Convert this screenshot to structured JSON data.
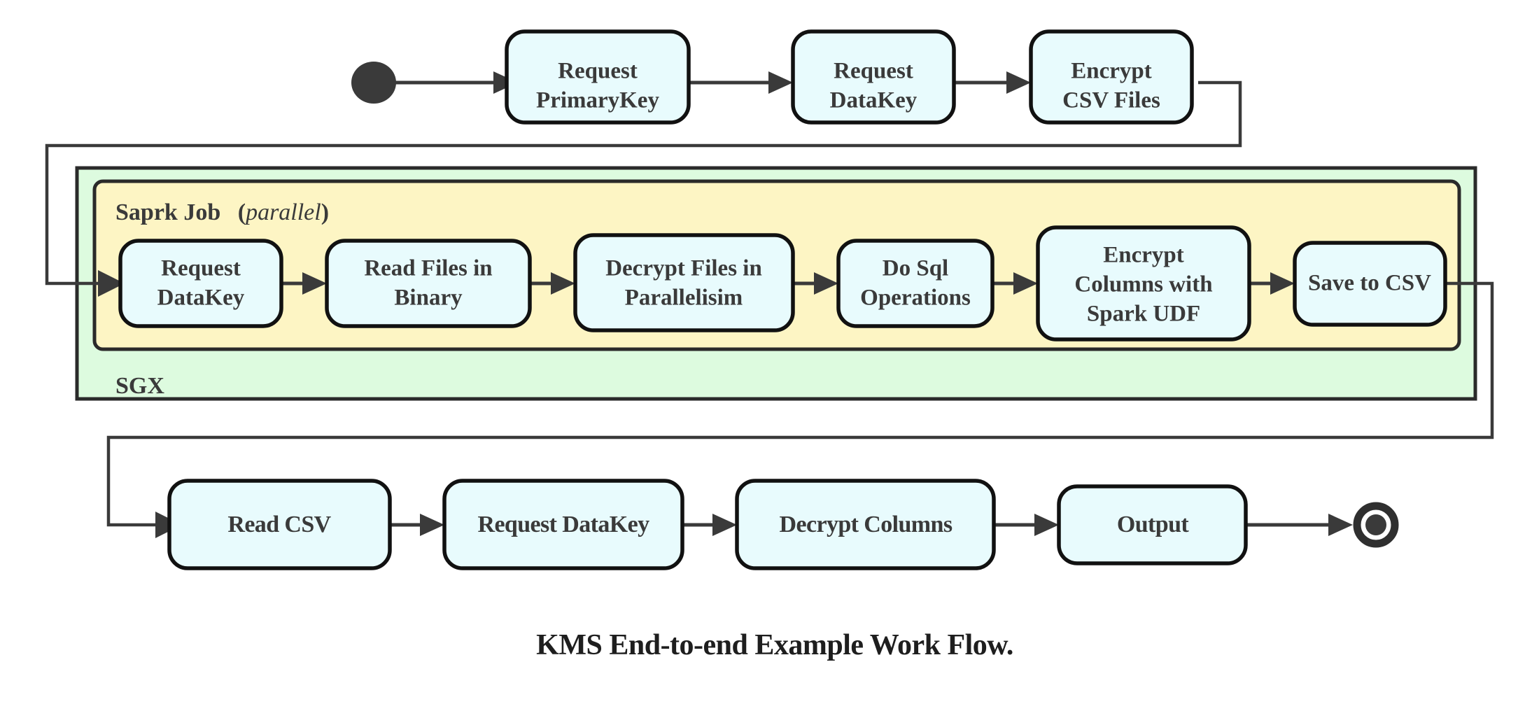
{
  "diagram": {
    "title": "KMS End-to-end Example Work Flow.",
    "colors": {
      "node_fill": "#e8fbfd",
      "node_stroke": "#111111",
      "sgx_fill": "#ddfbdf",
      "spark_fill": "#fdf5c4",
      "connector": "#3a3a3a",
      "text": "#3a3a3a",
      "background": "#ffffff"
    },
    "start_node": {
      "name": "start",
      "shape": "filled-circle"
    },
    "end_node": {
      "name": "end",
      "shape": "ring-with-dot"
    },
    "groups": [
      {
        "id": "sgx",
        "label": "SGX",
        "label_position": "bottom-left",
        "fill": "#ddfbdf"
      },
      {
        "id": "spark-job",
        "label": "Saprk Job",
        "label_suffix_open": "(",
        "label_emphasis": "parallel",
        "label_suffix_close": ")",
        "label_position": "top-left",
        "fill": "#fdf5c4"
      }
    ],
    "rows": {
      "top": {
        "nodes": [
          {
            "id": "request-primarykey",
            "lines": [
              "Request",
              "PrimaryKey"
            ]
          },
          {
            "id": "request-datakey-top",
            "lines": [
              "Request",
              "DataKey"
            ]
          },
          {
            "id": "encrypt-csv-files",
            "lines": [
              "Encrypt",
              "CSV Files"
            ]
          }
        ]
      },
      "middle": {
        "nodes": [
          {
            "id": "request-datakey-spark",
            "lines": [
              "Request",
              "DataKey"
            ]
          },
          {
            "id": "read-files-in-binary",
            "lines": [
              "Read Files in",
              "Binary"
            ]
          },
          {
            "id": "decrypt-files-in-parallelisim",
            "lines": [
              "Decrypt Files in",
              "Parallelisim"
            ]
          },
          {
            "id": "do-sql-operations",
            "lines": [
              "Do Sql",
              "Operations"
            ]
          },
          {
            "id": "encrypt-columns-with-spark-udf",
            "lines": [
              "Encrypt",
              "Columns with",
              "Spark UDF"
            ]
          },
          {
            "id": "save-to-csv",
            "lines": [
              "Save to CSV"
            ]
          }
        ]
      },
      "bottom": {
        "nodes": [
          {
            "id": "read-csv",
            "lines": [
              "Read CSV"
            ]
          },
          {
            "id": "request-datakey-bottom",
            "lines": [
              "Request DataKey"
            ]
          },
          {
            "id": "decrypt-columns",
            "lines": [
              "Decrypt Columns"
            ]
          },
          {
            "id": "output",
            "lines": [
              "Output"
            ]
          }
        ]
      }
    }
  }
}
